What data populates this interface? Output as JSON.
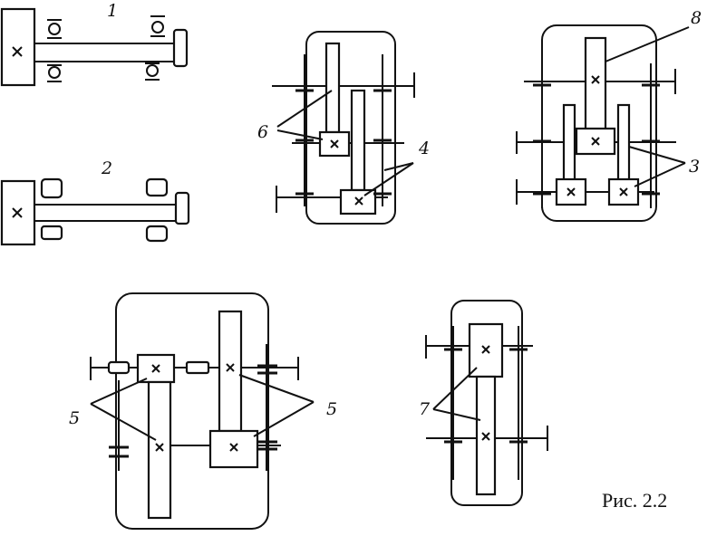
{
  "labels": {
    "l1": "1",
    "l2": "2",
    "l6": "6",
    "l4": "4",
    "l8": "8",
    "l3": "3",
    "l5a": "5",
    "l5b": "5",
    "l7": "7"
  },
  "caption": "Рис.  2.2"
}
